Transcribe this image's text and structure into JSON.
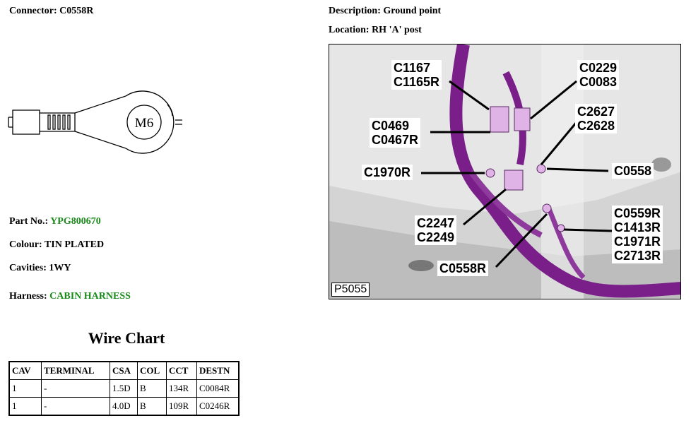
{
  "connector": {
    "label": "Connector:",
    "value": "C0558R"
  },
  "description": {
    "label": "Description:",
    "value": "Ground point"
  },
  "location": {
    "label": "Location:",
    "value": "RH 'A' post"
  },
  "part_no": {
    "label": "Part No.:",
    "value": "YPG800670"
  },
  "colour": {
    "label": "Colour:",
    "value": "TIN PLATED"
  },
  "cavities": {
    "label": "Cavities:",
    "value": "1WY"
  },
  "harness": {
    "label": "Harness:",
    "value": "CABIN HARNESS"
  },
  "terminal_drawing": {
    "stud_label": "M6"
  },
  "photo": {
    "image_id": "P5055",
    "callouts": [
      {
        "lines": [
          "C1167",
          "C1165R"
        ]
      },
      {
        "lines": [
          "C0229",
          "C0083"
        ]
      },
      {
        "lines": [
          "C2627",
          "C2628"
        ]
      },
      {
        "lines": [
          "C0469",
          "C0467R"
        ]
      },
      {
        "lines": [
          "C1970R"
        ]
      },
      {
        "lines": [
          "C0558"
        ]
      },
      {
        "lines": [
          "C2247",
          "C2249"
        ]
      },
      {
        "lines": [
          "C0559R",
          "C1413R",
          "C1971R",
          "C2713R"
        ]
      },
      {
        "lines": [
          "C0558R"
        ]
      }
    ]
  },
  "wire_chart": {
    "title": "Wire Chart",
    "headers": [
      "CAV",
      "TERMINAL",
      "CSA",
      "COL",
      "CCT",
      "DESTN"
    ],
    "rows": [
      [
        "1",
        "-",
        "1.5D",
        "B",
        "134R",
        "C0084R"
      ],
      [
        "1",
        "-",
        "4.0D",
        "B",
        "109R",
        "C0246R"
      ]
    ]
  },
  "colors": {
    "accent_green": "#1a8a1a",
    "harness_purple": "#7a1f8a",
    "connector_pink": "#e0b3e6"
  }
}
